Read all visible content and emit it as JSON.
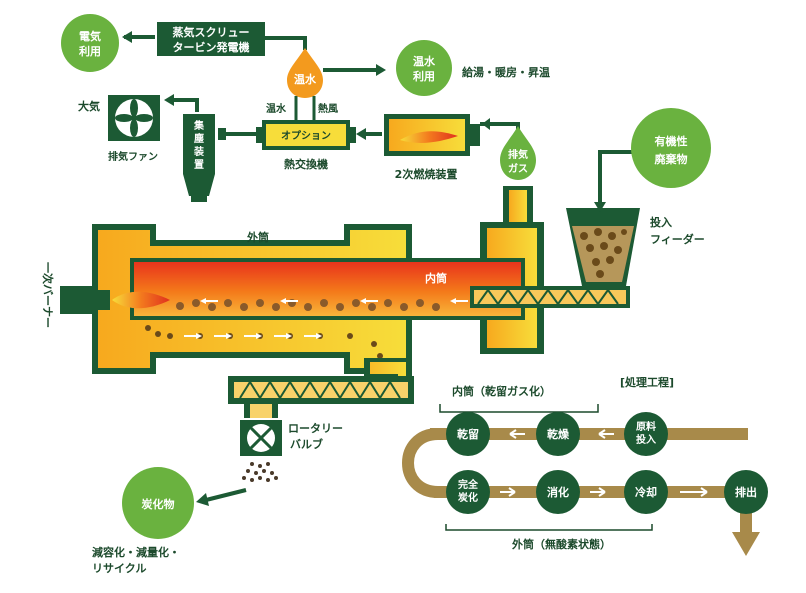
{
  "colors": {
    "dark_green": "#1c5a34",
    "light_green": "#6ab23f",
    "orange": "#f39a1e",
    "yellow": "#f7dd3a",
    "brown": "#a88a4a",
    "red": "#e03a1e"
  },
  "top": {
    "electricity_use": [
      "電気",
      "利用"
    ],
    "turbine": [
      "蒸気スクリュー",
      "タービン発電機"
    ],
    "hot_water_drop": "温水",
    "hot_water_use": [
      "温水",
      "利用"
    ],
    "hot_water_use_detail": "給湯・暖房・昇温",
    "atmosphere": "大気",
    "exhaust_fan": "排気ファン",
    "dust_collector": [
      "集",
      "塵",
      "装",
      "置"
    ],
    "hx_hot_water": "温水",
    "hx_hot_air": "熱風",
    "option": "オプション",
    "heat_exchanger": "熱交換機",
    "secondary_combustor": "2次燃焼装置",
    "exhaust_gas": [
      "排気",
      "ガス"
    ]
  },
  "kiln": {
    "outer_tube": "外筒",
    "inner_tube": "内筒",
    "primary_burner": "一次バーナー",
    "organic_waste": [
      "有機性",
      "廃棄物"
    ],
    "feeder": [
      "投入",
      "フィーダー"
    ],
    "rotary_valve": [
      "ロータリー",
      "バルブ"
    ],
    "carbide": "炭化物",
    "carbide_note": [
      "減容化・減量化・",
      "リサイクル"
    ]
  },
  "process": {
    "title": "[処理工程]",
    "inner_label": "内筒（乾留ガス化）",
    "outer_label": "外筒（無酸素状態）",
    "step_raw": [
      "原料",
      "投入"
    ],
    "step_dry": "乾燥",
    "step_carbonize": "乾留",
    "step_complete": [
      "完全",
      "炭化"
    ],
    "step_extinguish": "消化",
    "step_cool": "冷却",
    "step_discharge": "排出"
  }
}
